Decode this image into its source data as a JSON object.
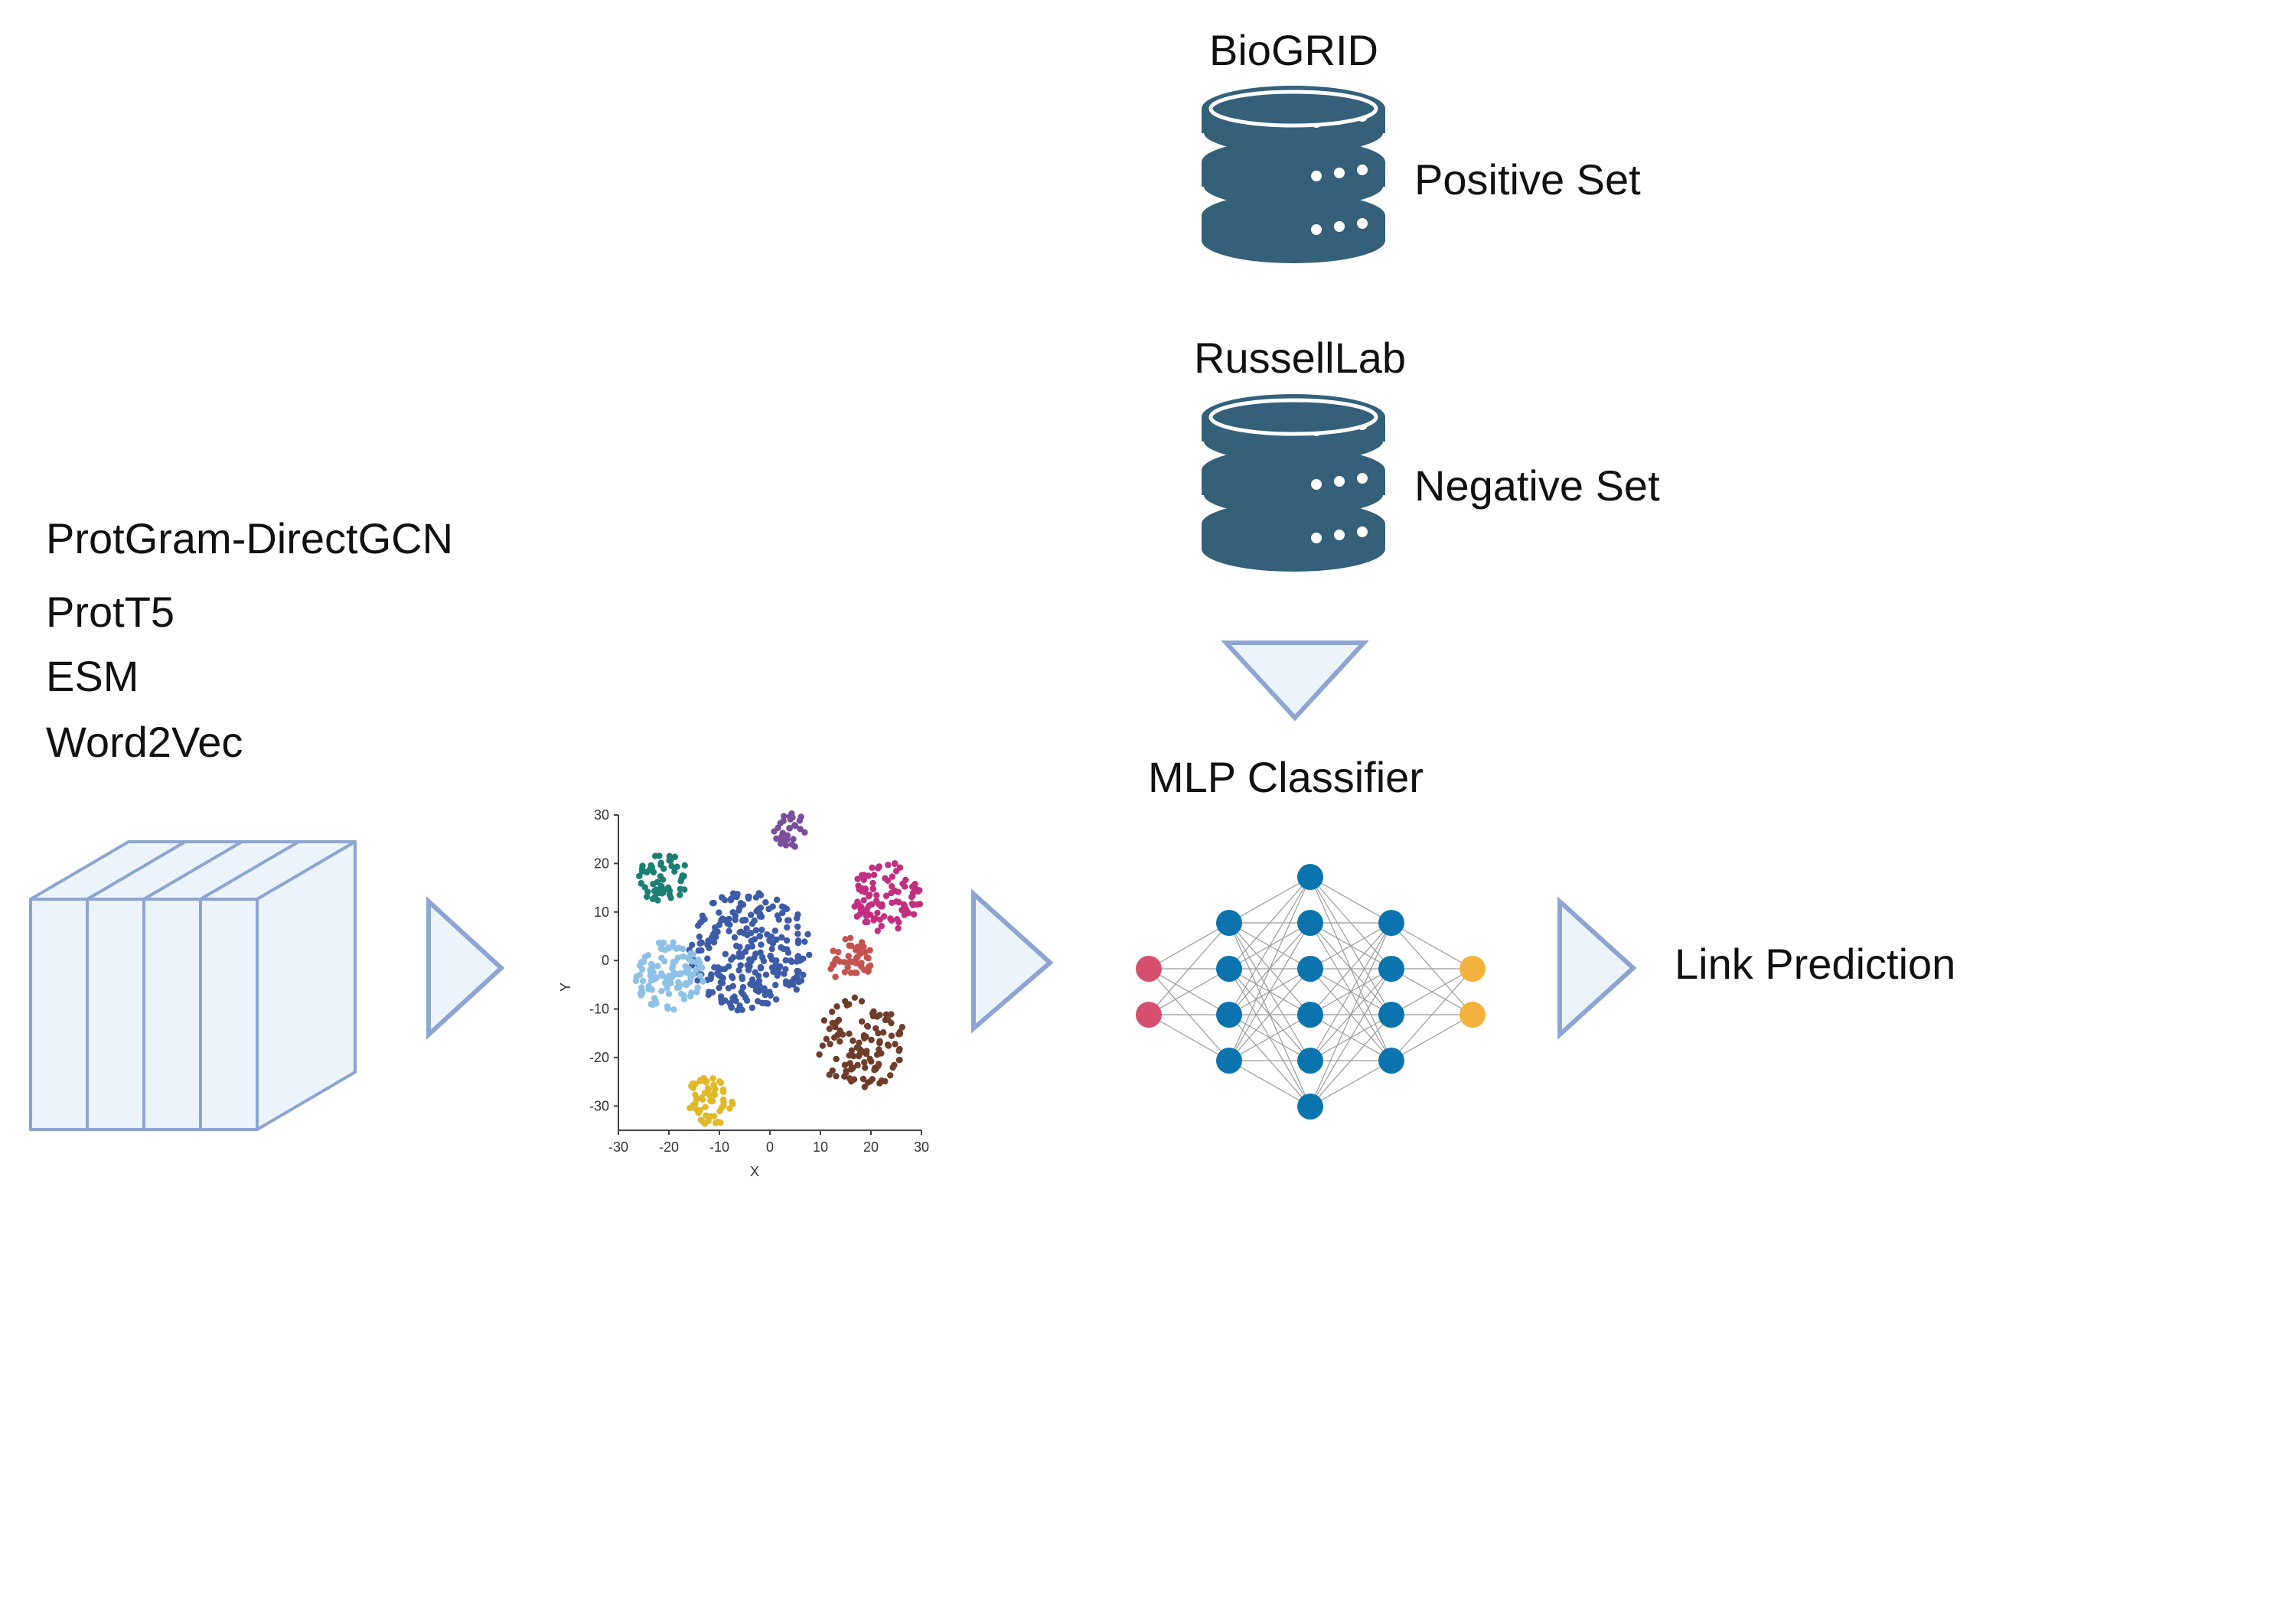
{
  "databases": [
    {
      "name": "BioGRID",
      "role": "Positive Set"
    },
    {
      "name": "RussellLab",
      "role": "Negative Set"
    }
  ],
  "embeddings": [
    "ProtGram-DirectGCN",
    "ProtT5",
    "ESM",
    "Word2Vec"
  ],
  "classifier": {
    "title": "MLP Classifier",
    "layers": [
      2,
      4,
      6,
      4,
      2
    ]
  },
  "output_label": "Link Prediction",
  "scatter": {
    "xlabel": "X",
    "ylabel": "Y",
    "xticks": [
      "-30",
      "-20",
      "-10",
      "0",
      "10",
      "20",
      "30"
    ],
    "yticks": [
      "30",
      "20",
      "10",
      "0",
      "-10",
      "-20",
      "-30"
    ],
    "xlim": [
      -30,
      30
    ],
    "ylim": [
      -35,
      30
    ],
    "clusters": [
      {
        "cx": -21,
        "cy": 17,
        "r": 5,
        "n": 55,
        "color": "#1b7f73"
      },
      {
        "cx": 4,
        "cy": 27,
        "r": 3.5,
        "n": 30,
        "color": "#7a4f9a"
      },
      {
        "cx": -4,
        "cy": 2,
        "r": 12,
        "n": 260,
        "color": "#3e5ca6"
      },
      {
        "cx": -20,
        "cy": -3,
        "r": 7,
        "n": 110,
        "color": "#8ec1e6"
      },
      {
        "cx": 23,
        "cy": 13,
        "r": 7,
        "n": 100,
        "color": "#c22f7f"
      },
      {
        "cx": 16,
        "cy": 0,
        "r": 4.5,
        "n": 45,
        "color": "#c4524e"
      },
      {
        "cx": 18,
        "cy": -17,
        "r": 9,
        "n": 110,
        "color": "#6f3d2c"
      },
      {
        "cx": -12,
        "cy": -29,
        "r": 5,
        "n": 60,
        "color": "#e0b828"
      }
    ]
  },
  "colors": {
    "db": "#34607a",
    "arrow_stroke": "#8ea4d2",
    "arrow_fill": "#edf3fb",
    "node_input": "#d64f6e",
    "node_hidden": "#0b74ae",
    "node_output": "#f3b23e"
  }
}
